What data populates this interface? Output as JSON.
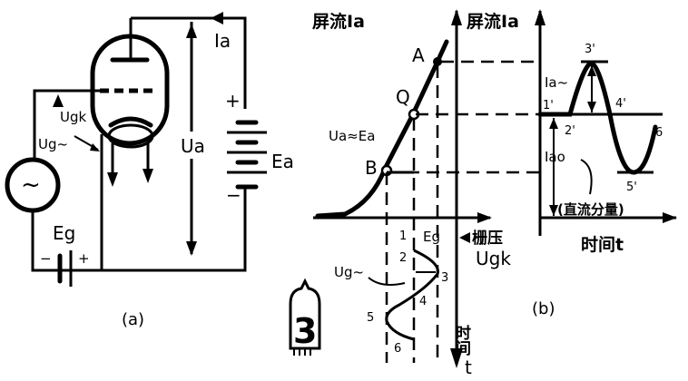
{
  "circuit_a": {
    "caption": "(a)",
    "anode_current": "Ia",
    "anode_voltage": "Ua",
    "battery_label": "Ea",
    "battery_plus": "+",
    "battery_minus": "−",
    "grid_bias_label": "Eg",
    "grid_bias_minus": "−",
    "grid_bias_plus": "+",
    "grid_cathode_voltage": "Ugk",
    "signal_voltage": "Ug~",
    "ac_source_symbol": "~"
  },
  "graph_b": {
    "caption": "(b)",
    "transfer_curve": {
      "y_axis_label": "屏流Ia",
      "x_axis_label_cn": "栅压",
      "x_axis_label": "Ugk",
      "time_axis_label_cn": "时间",
      "time_axis_var": "t",
      "curve_condition": "Ua≈Ea",
      "points": [
        "A",
        "Q",
        "B"
      ],
      "bias_label": "Eg",
      "signal_label": "Ug~",
      "signal_points": [
        "1",
        "2",
        "3",
        "4",
        "5",
        "6"
      ]
    },
    "output_waveform": {
      "y_axis_label": "屏流Ia",
      "x_axis_label": "时间t",
      "ac_component_label": "Ia~",
      "dc_component_label": "Iao",
      "dc_component_note": "(直流分量)",
      "points": [
        "1'",
        "2'",
        "3'",
        "4'",
        "5'",
        "6"
      ]
    }
  },
  "badge": {
    "number": "3"
  }
}
